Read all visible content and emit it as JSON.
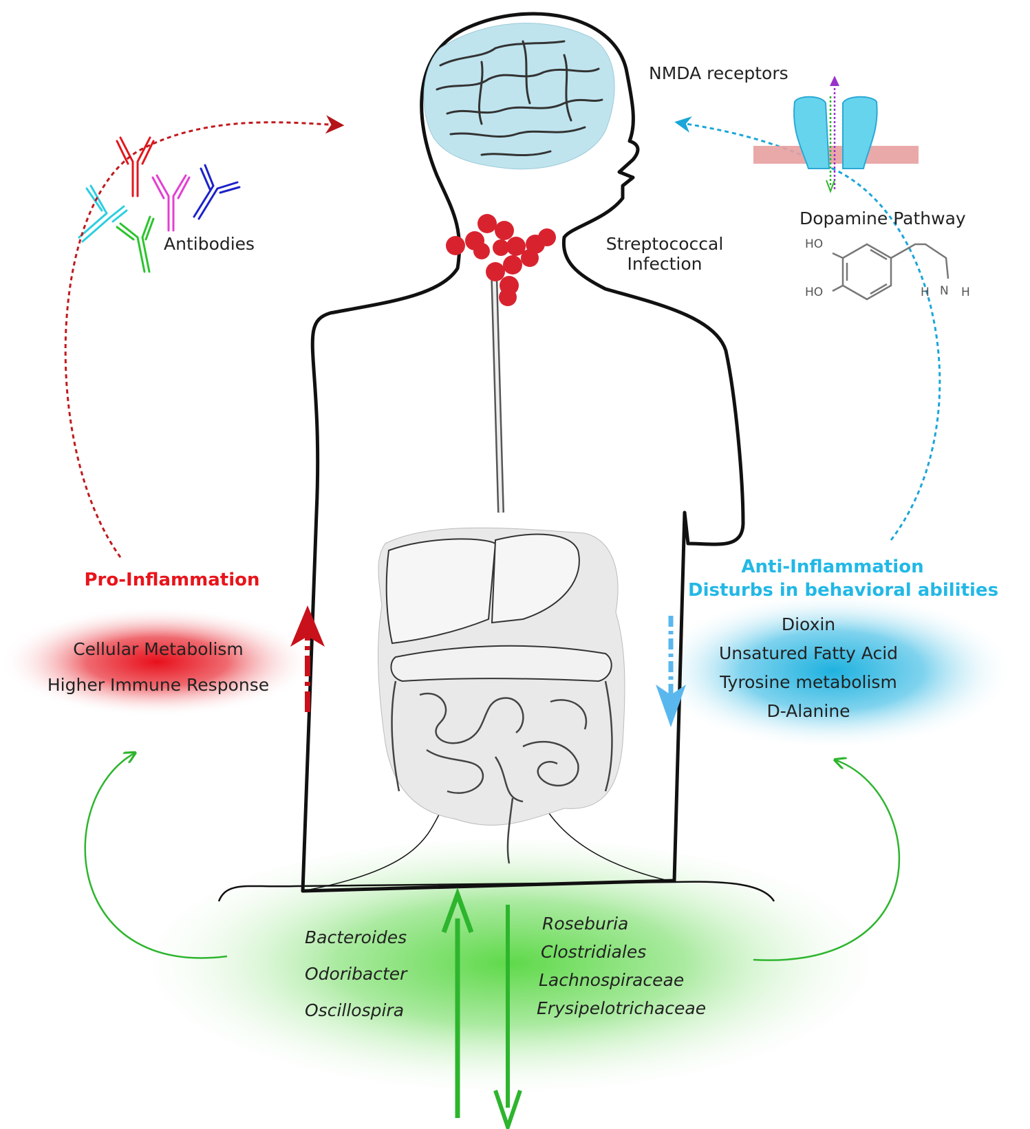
{
  "labels": {
    "nmda": "NMDA receptors",
    "dopamine": "Dopamine Pathway",
    "antibodies": "Antibodies",
    "strep_line1": "Streptococcal",
    "strep_line2": "Infection",
    "pro_inflammation": "Pro-Inflammation",
    "anti_line1": "Anti-Inflammation",
    "anti_line2": "Disturbs in behavioral abilities"
  },
  "pro_box": [
    "Cellular Metabolism",
    "Higher Immune Response"
  ],
  "anti_box": [
    "Dioxin",
    "Unsatured Fatty Acid",
    "Tyrosine metabolism",
    "D-Alanine"
  ],
  "bacteria_up": [
    "Bacteroides",
    "Odoribacter",
    "Oscillospira"
  ],
  "bacteria_down": [
    "Roseburia",
    "Clostridiales",
    "Lachnospiraceae",
    "Erysipelotrichaceae"
  ],
  "dopamine_atoms": {
    "ho_top": "HO",
    "ho_bottom": "HO",
    "n": "N",
    "h_left": "H",
    "h_right": "H"
  },
  "colors": {
    "pro": "#e8141b",
    "anti": "#22b8e6",
    "gut": "#2db52d",
    "brain": "#bfe4ee",
    "infection": "#d8232f",
    "receptor": "#67d4ee",
    "membrane": "#e8a0a0"
  },
  "icons": [
    "brain-icon",
    "antibody-icon",
    "nmda-receptor-icon",
    "dopamine-molecule-icon",
    "digestive-system-icon",
    "bacteria-cluster-icon"
  ]
}
